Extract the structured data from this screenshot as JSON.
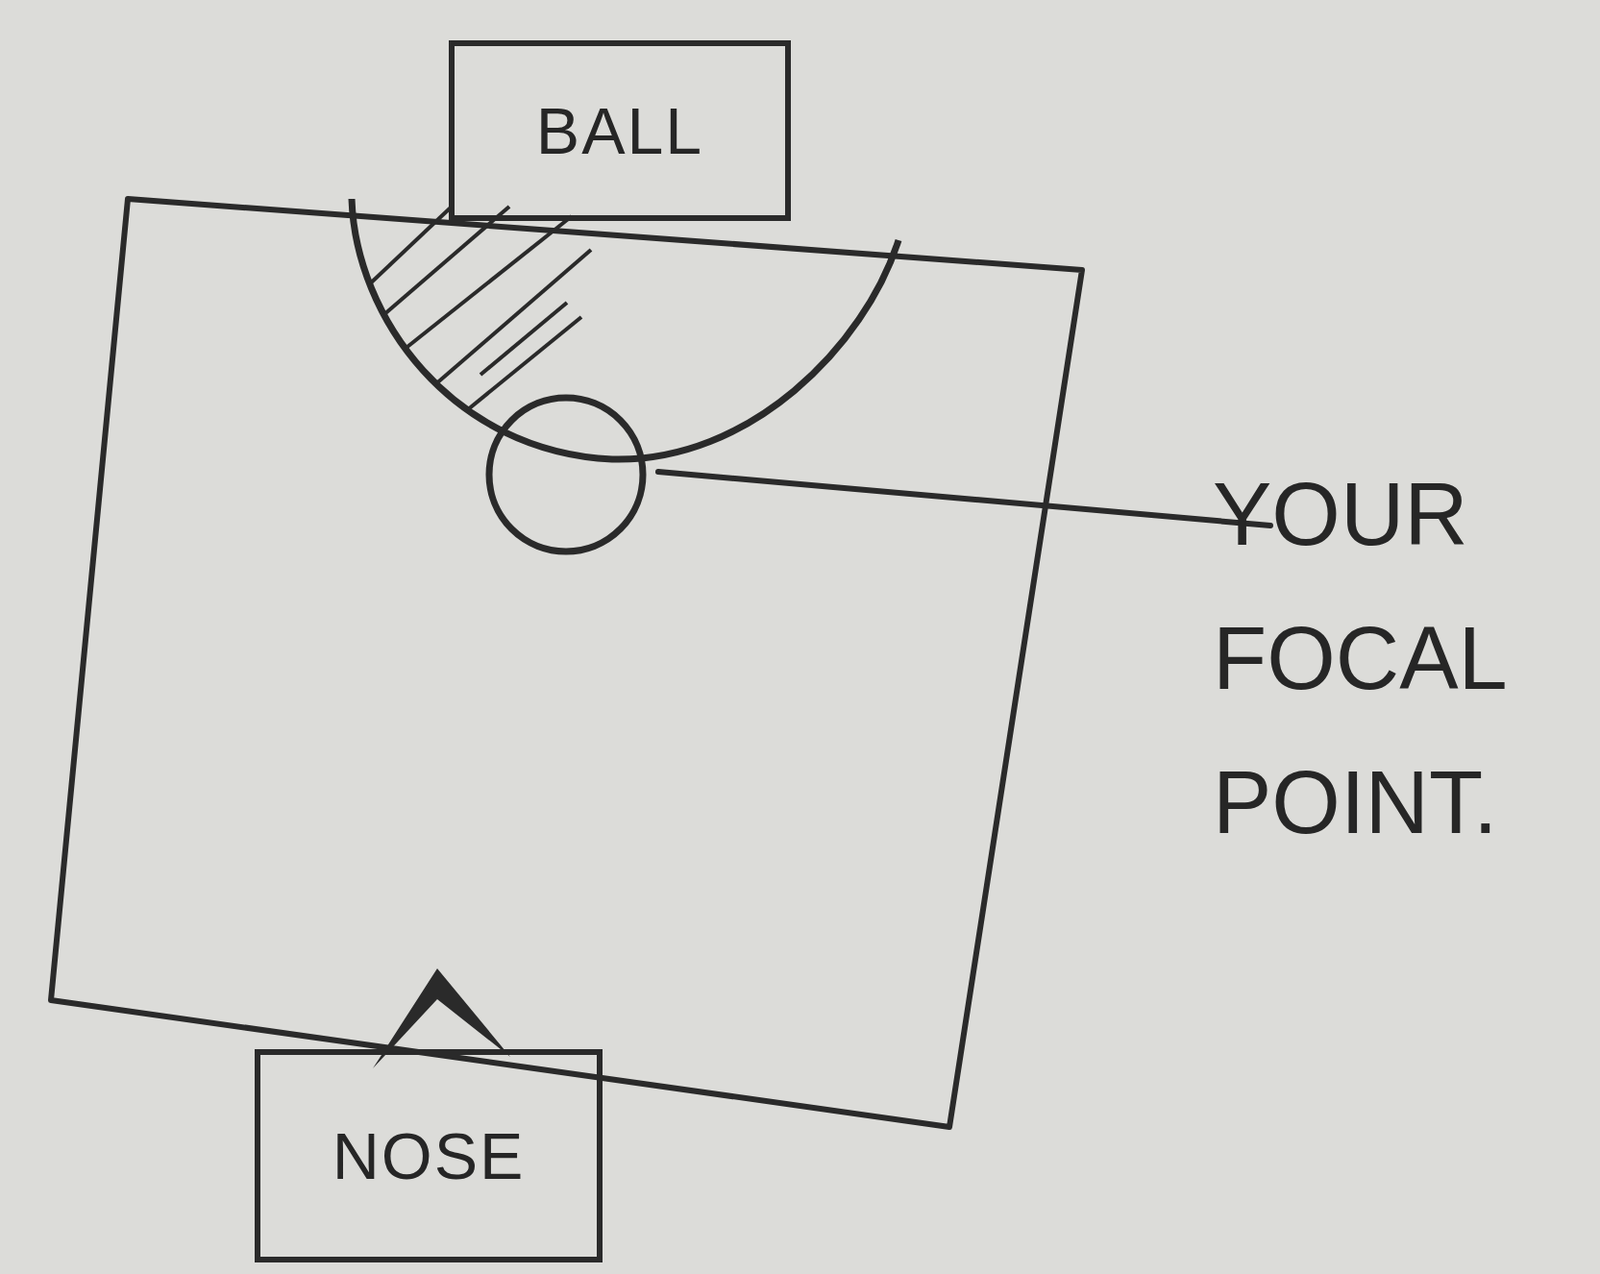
{
  "diagram": {
    "nodes": [
      {
        "text": [
          "BALL"
        ]
      },
      {
        "text": [
          "NOSE"
        ]
      }
    ],
    "labels": [
      "YOUR FOCAL POINT."
    ]
  }
}
